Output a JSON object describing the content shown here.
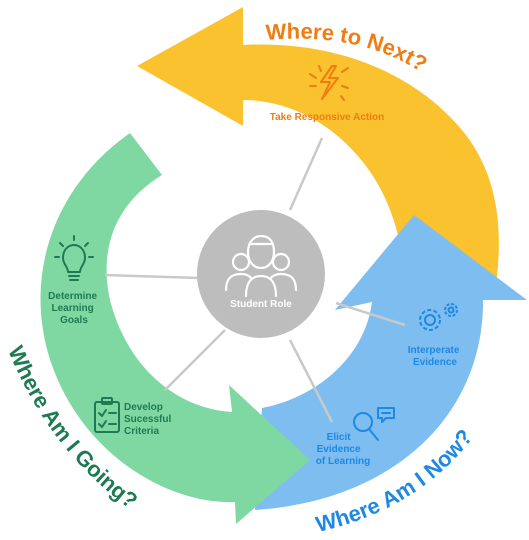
{
  "colors": {
    "yellow": "#F9C22E",
    "yellow_text": "#F07C12",
    "blue": "#7DBDF0",
    "blue_text": "#1E88E5",
    "green": "#7FD8A2",
    "green_text": "#1E7A52",
    "center": "#BDBDBD",
    "spoke": "#C9C9C9"
  },
  "center": {
    "label": "Student Role",
    "icon": "student-group-icon"
  },
  "arcs": {
    "next": "Where to Next?",
    "now": "Where Am I Now?",
    "going": "Where Am I Going?"
  },
  "nodes": {
    "action": {
      "label": "Take Responsive Action",
      "icon": "lightning-bolt-icon"
    },
    "interpret": {
      "line1": "Interperate",
      "line2": "Evidence",
      "icon": "gears-icon"
    },
    "elicit": {
      "line1": "Elicit",
      "line2": "Evidence",
      "line3": "of Learning",
      "icon": "magnifier-chat-icon"
    },
    "criteria": {
      "line1": "Develop",
      "line2": "Sucessful",
      "line3": "Criteria",
      "icon": "checklist-icon"
    },
    "goals": {
      "line1": "Determine",
      "line2": "Learning",
      "line3": "Goals",
      "icon": "lightbulb-icon"
    }
  }
}
